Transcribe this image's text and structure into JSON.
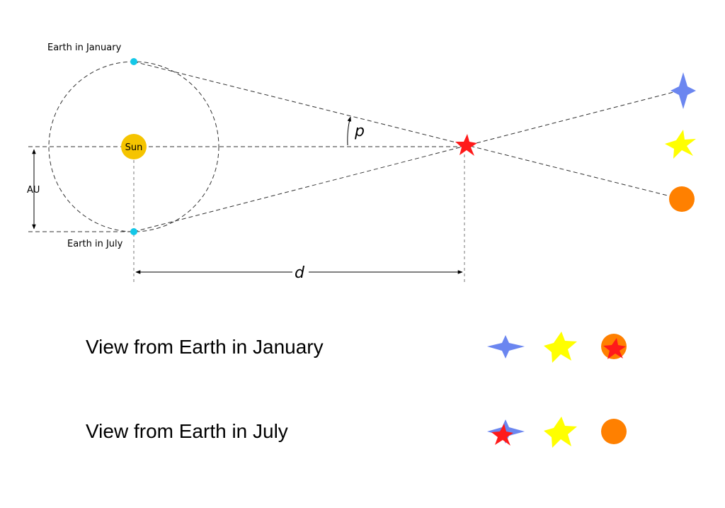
{
  "labels": {
    "earth_january": "Earth in January",
    "earth_july": "Earth in July",
    "sun": "Sun",
    "au": "AU",
    "parallax": "p",
    "distance": "d"
  },
  "views": {
    "january": "View from Earth in January",
    "july": "View from Earth in July"
  },
  "colors": {
    "earth": "#14c8e8",
    "sun": "#f5c400",
    "near_star": "#ff1a1a",
    "blue_star": "#6b86f0",
    "yellow_star": "#ffff00",
    "orange_star": "#ff8000"
  }
}
